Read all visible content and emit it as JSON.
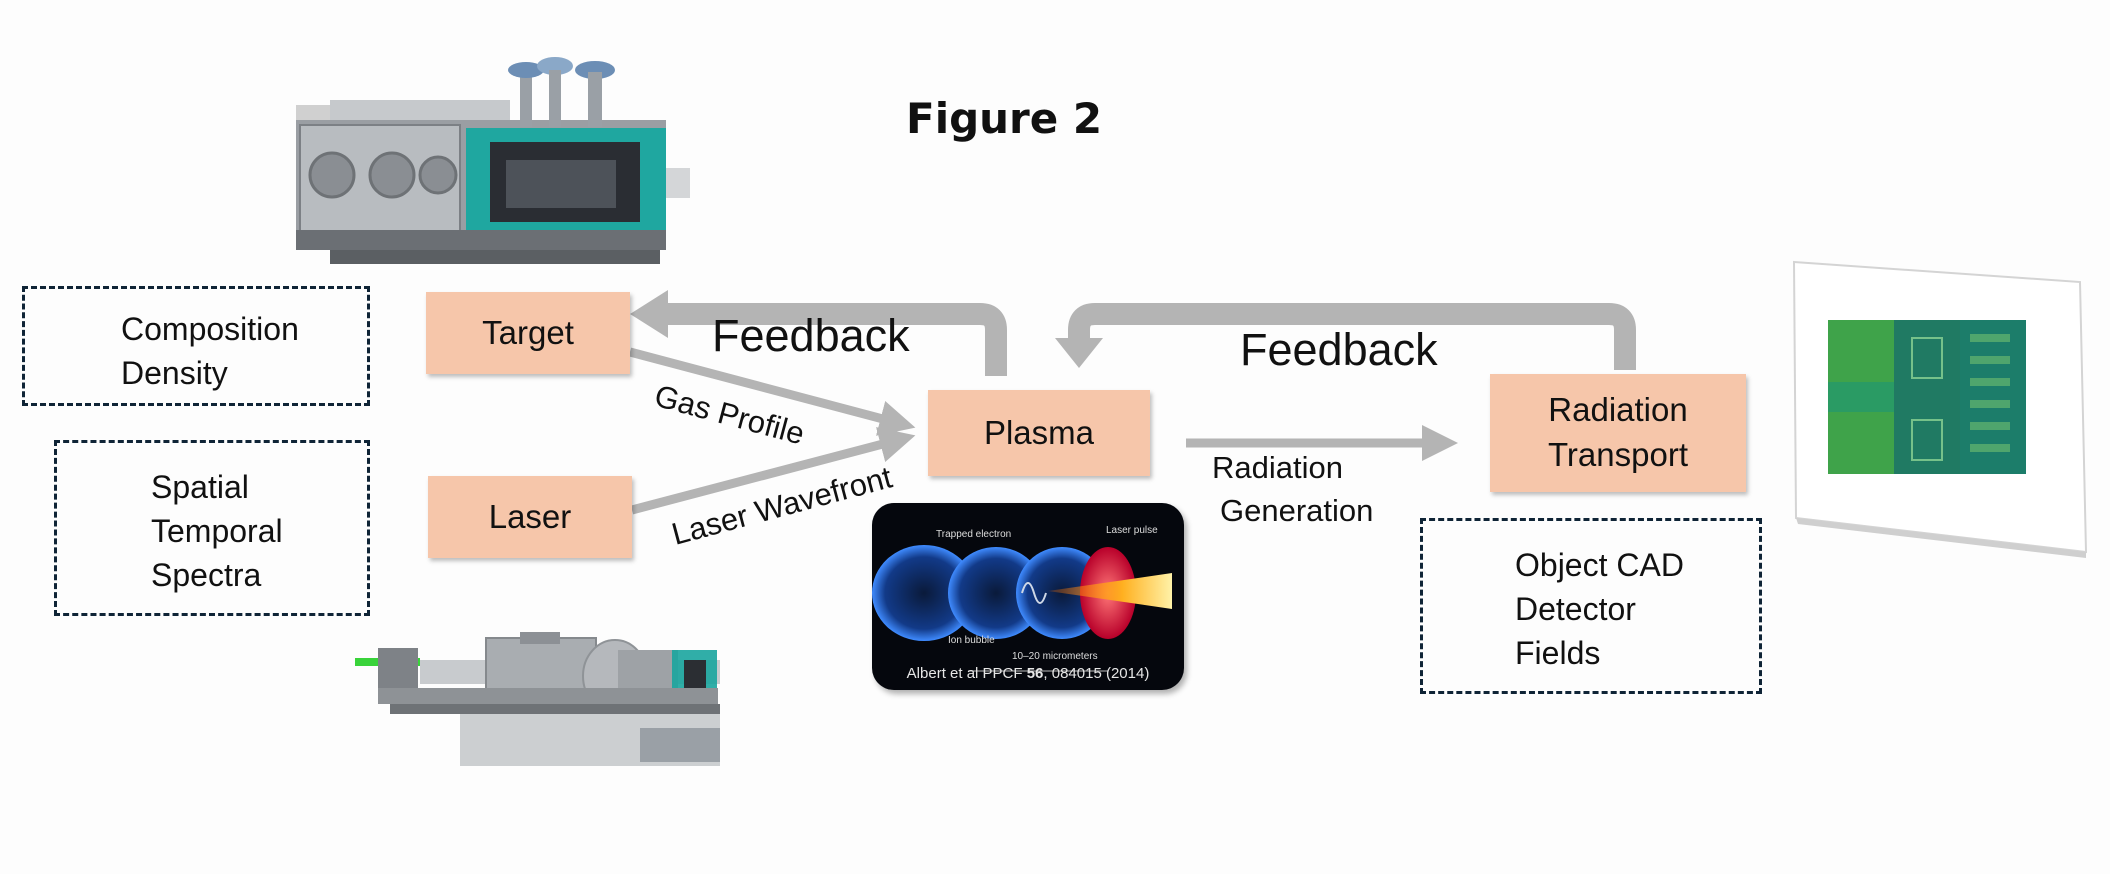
{
  "figure": {
    "title": "Figure 2"
  },
  "nodes": {
    "target": "Target",
    "laser": "Laser",
    "plasma": "Plasma",
    "radiation_transport": [
      "Radiation",
      "Transport"
    ]
  },
  "notes": {
    "target": [
      "Composition",
      "Density"
    ],
    "laser": [
      "Spatial",
      "Temporal",
      "Spectra"
    ],
    "radiation": [
      "Object CAD",
      "Detector",
      "Fields"
    ]
  },
  "edges": {
    "gas_profile": "Gas Profile",
    "laser_wavefront": "Laser Wavefront",
    "radiation_generation": [
      "Radiation",
      "Generation"
    ],
    "feedback_left": "Feedback",
    "feedback_right": "Feedback"
  },
  "inset": {
    "trapped_electron": "Trapped electron",
    "laser_pulse": "Laser pulse",
    "ion_bubble": "Ion bubble",
    "scale": "10–20 micrometers",
    "citation_pre": "Albert et al PPCF ",
    "citation_bold": "56",
    "citation_post": ", 084015 (2014)"
  },
  "colors": {
    "node_fill": "#f6c6aa",
    "arrow": "#b4b4b4",
    "note_border": "#0f2436"
  }
}
